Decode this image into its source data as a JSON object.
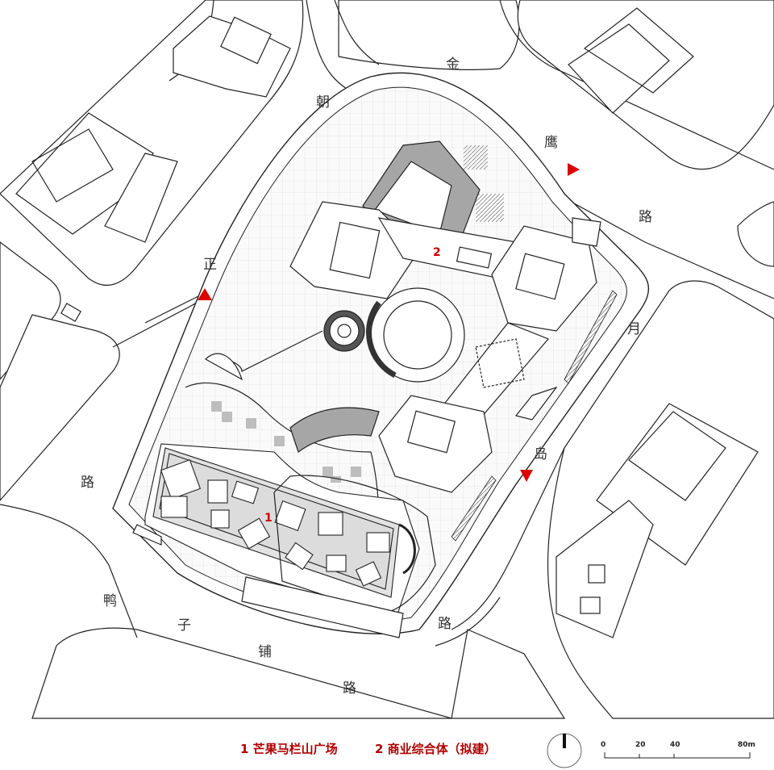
{
  "roads": {
    "jinying_1": "金",
    "jinying_2": "鹰",
    "jinying_3": "路",
    "chaozheng_1": "朝",
    "chaozheng_2": "正",
    "chaozheng_3": "路",
    "yuedao_1": "月",
    "yuedao_2": "岛",
    "yuedao_3": "路",
    "yazipu_1": "鸭",
    "yazipu_2": "子",
    "yazipu_3": "铺",
    "yazipu_4": "路"
  },
  "sites": {
    "site1_number": "1",
    "site2_number": "2"
  },
  "legend": {
    "item1": "1 芒果马栏山广场",
    "item2": "2 商业综合体（拟建）"
  },
  "scale": {
    "tick0": "0",
    "tick1": "20",
    "tick2": "40",
    "tick3": "80m"
  },
  "colors": {
    "line": "#222222",
    "road_fill": "#ffffff",
    "block_fill": "#ffffff",
    "plaza_fill": "#e6e6e6",
    "grey_block": "#a6a6a6",
    "entrance": "#dd0000",
    "legend_text": "#b30000"
  },
  "icons": [
    "north-arrow-icon",
    "entrance-triangle-icon"
  ]
}
